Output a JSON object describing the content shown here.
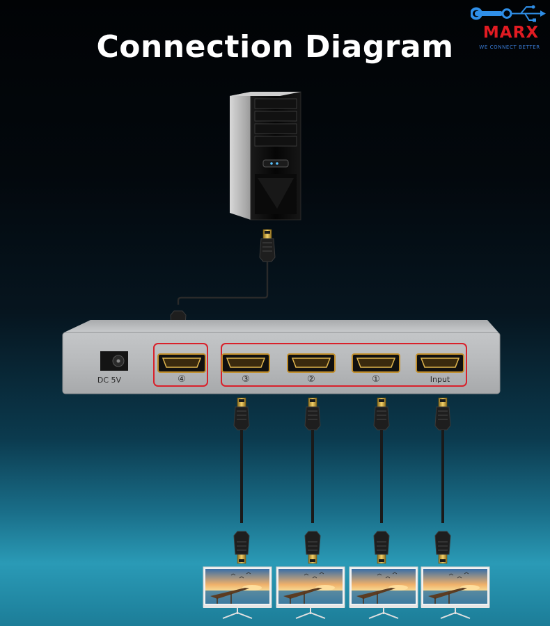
{
  "title": "Connection Diagram",
  "logo": {
    "brand": "MARX",
    "tagline": "WE CONNECT BETTER"
  },
  "device": {
    "power_label": "DC 5V",
    "ports": [
      {
        "id": "port-4",
        "label": "④"
      },
      {
        "id": "port-3",
        "label": "③"
      },
      {
        "id": "port-2",
        "label": "②"
      },
      {
        "id": "port-1",
        "label": "①"
      },
      {
        "id": "port-input",
        "label": "Input"
      }
    ]
  },
  "colors": {
    "highlight_box": "#d9202a",
    "device_body": "#b9bbbd",
    "logo_red": "#e11b22",
    "logo_blue": "#2f8fe8"
  }
}
